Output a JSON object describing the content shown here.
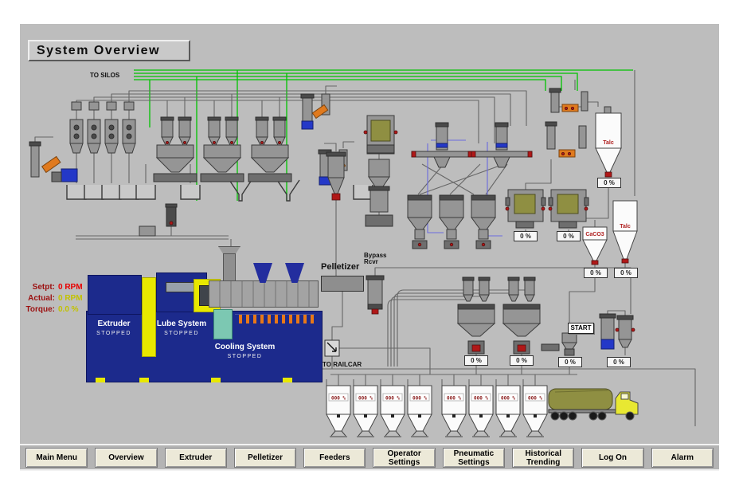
{
  "title": "System Overview",
  "labels": {
    "to_silos": "TO SILOS",
    "to_railcar": "TO RAILCAR",
    "pelletizer": "Pelletizer",
    "bypass_line1": "Bypass",
    "bypass_line2": "Rcvr",
    "start_button": "START"
  },
  "extruder_panel": {
    "setpt_label": "Setpt:",
    "setpt_value": "0 RPM",
    "actual_label": "Actual:",
    "actual_value": "0 RPM",
    "torque_label": "Torque:",
    "torque_value": "0.0 %"
  },
  "machines": {
    "extruder": {
      "name": "Extruder",
      "status": "STOPPED"
    },
    "lube": {
      "name": "Lube System",
      "status": "STOPPED"
    },
    "cooling": {
      "name": "Cooling System",
      "status": "STOPPED"
    }
  },
  "material_silos": {
    "talc_top": {
      "label": "Talc",
      "level": "0 %"
    },
    "caco3": {
      "label": "CaCO3",
      "level": "0 %"
    },
    "talc_mid": {
      "label": "Talc",
      "level": "0 %"
    }
  },
  "level_indicators": {
    "bin1": "0 %",
    "bin2": "0 %",
    "feeder1": "0 %",
    "feeder2": "0 %",
    "start_feeder": "0 %",
    "receiver": "0 %"
  },
  "storage": {
    "display": "000 %"
  },
  "nav": {
    "items": [
      {
        "label": "Main Menu"
      },
      {
        "label": "Overview"
      },
      {
        "label": "Extruder"
      },
      {
        "label": "Pelletizer"
      },
      {
        "label": "Feeders"
      },
      {
        "label": "Operator Settings"
      },
      {
        "label": "Pneumatic Settings"
      },
      {
        "label": "Historical Trending"
      },
      {
        "label": "Log On"
      },
      {
        "label": "Alarm"
      }
    ]
  },
  "colors": {
    "screen_gray": "#bdbdbd",
    "accent_green": "#00c400",
    "machine_blue": "#1c2a8c",
    "alarm_red": "#cc0000",
    "value_yellow": "#c2c200",
    "button_beige": "#ece9d8"
  }
}
